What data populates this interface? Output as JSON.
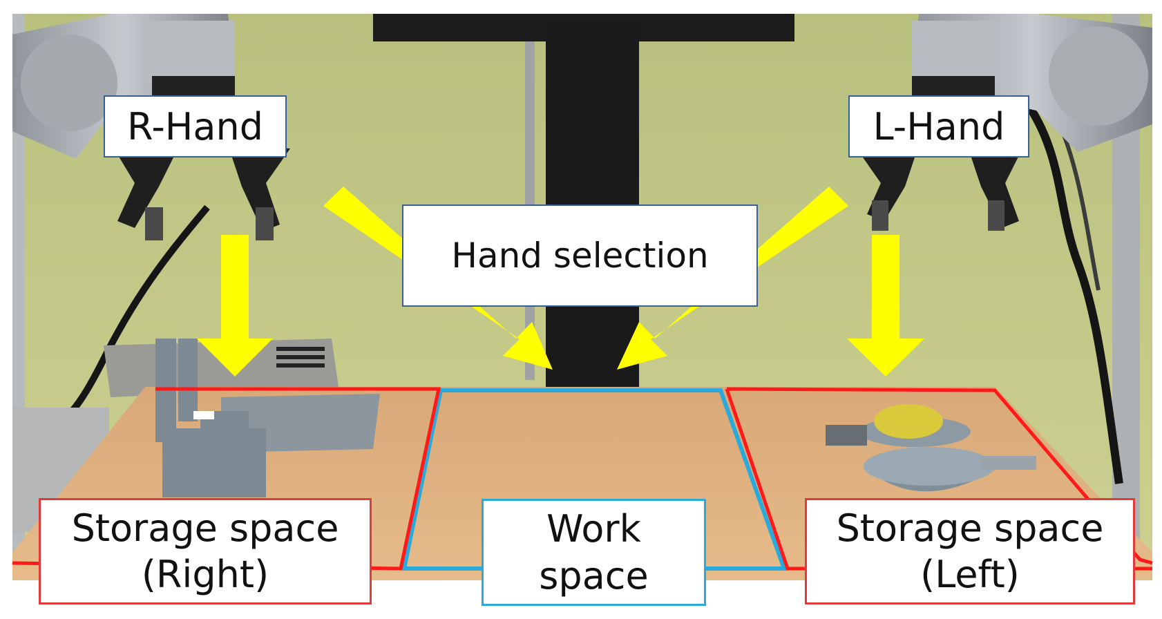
{
  "colors": {
    "arrow": "#ffff00",
    "storage_outline": "#ff1a1a",
    "work_outline": "#2aa9db",
    "label_border_blue": "#3a5e96",
    "table": "#ddb07e",
    "wall": "#c5c98a"
  },
  "labels": {
    "r_hand": "R-Hand",
    "l_hand": "L-Hand",
    "hand_selection": "Hand selection",
    "storage_right": "Storage space\n(Right)",
    "work_space": "Work\nspace",
    "storage_left": "Storage space\n(Left)"
  }
}
